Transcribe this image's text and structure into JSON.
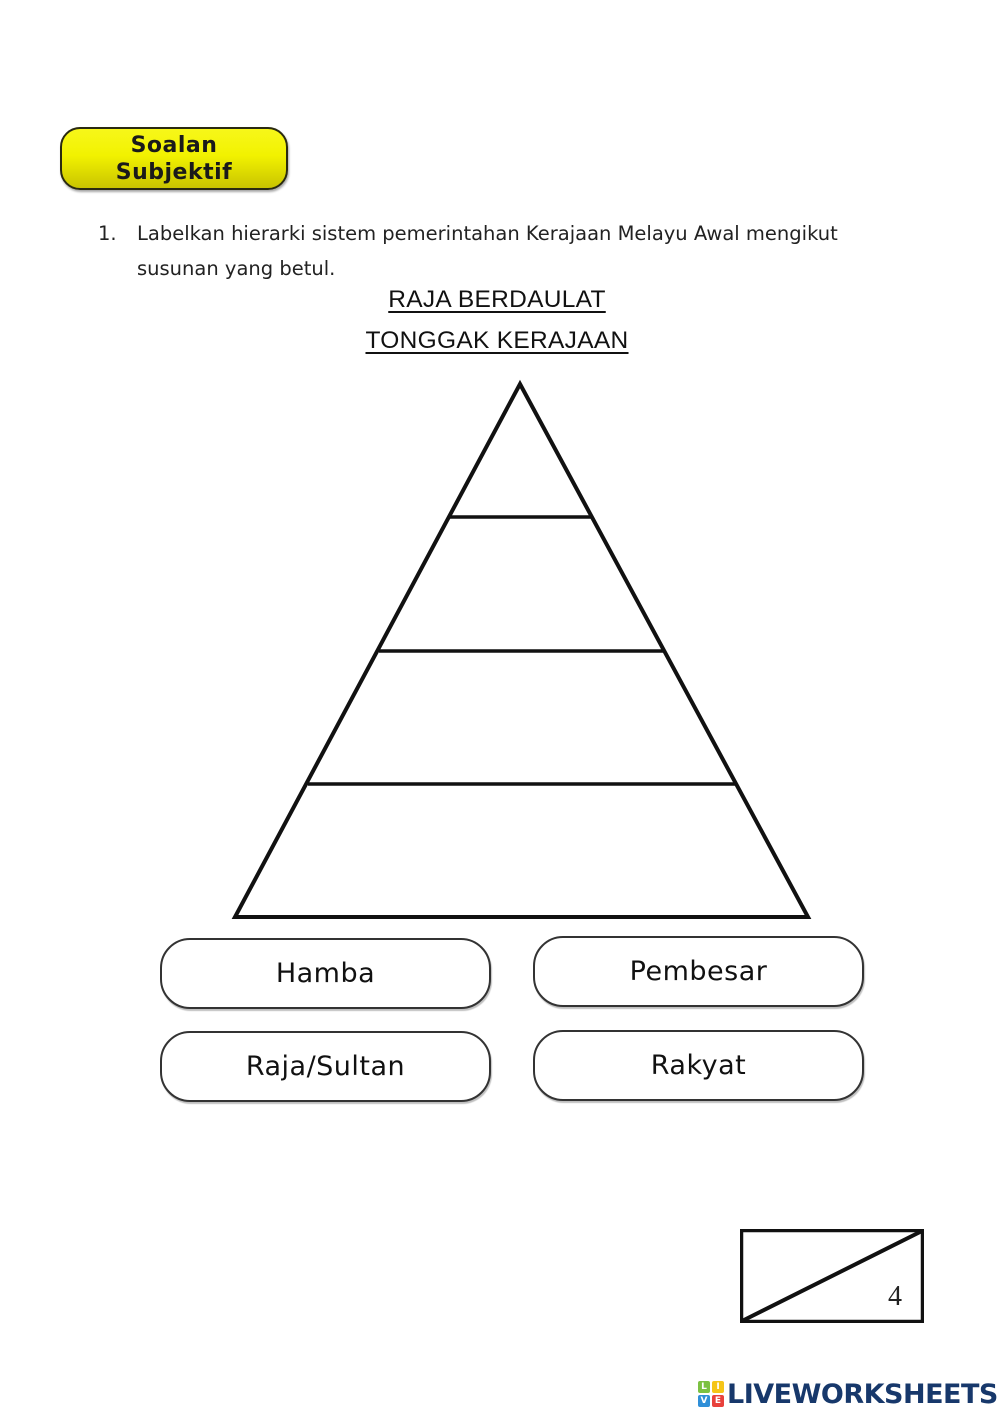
{
  "badge": {
    "line1": "Soalan",
    "line2": "Subjektif",
    "color": "#f2f200"
  },
  "question": {
    "number": "1.",
    "text": "Labelkan hierarki sistem pemerintahan Kerajaan Melayu Awal mengikut susunan yang betul."
  },
  "headings": {
    "line1": "RAJA BERDAULAT",
    "line2": "TONGGAK KERAJAAN"
  },
  "pyramid": {
    "levels": 4,
    "drop_zones": [
      "level-1-top",
      "level-2",
      "level-3",
      "level-4-bottom"
    ]
  },
  "answer_options": [
    {
      "label": "Hamba"
    },
    {
      "label": "Pembesar"
    },
    {
      "label": "Raja/Sultan"
    },
    {
      "label": "Rakyat"
    }
  ],
  "score": {
    "total": "4"
  },
  "footer": {
    "logo_tiles": [
      {
        "letter": "L",
        "color": "#7cc142"
      },
      {
        "letter": "I",
        "color": "#f5c518"
      },
      {
        "letter": "V",
        "color": "#2f8fd8"
      },
      {
        "letter": "E",
        "color": "#e8413c"
      }
    ],
    "logo_text": "LIVEWORKSHEETS",
    "logo_color": "#17386b"
  }
}
